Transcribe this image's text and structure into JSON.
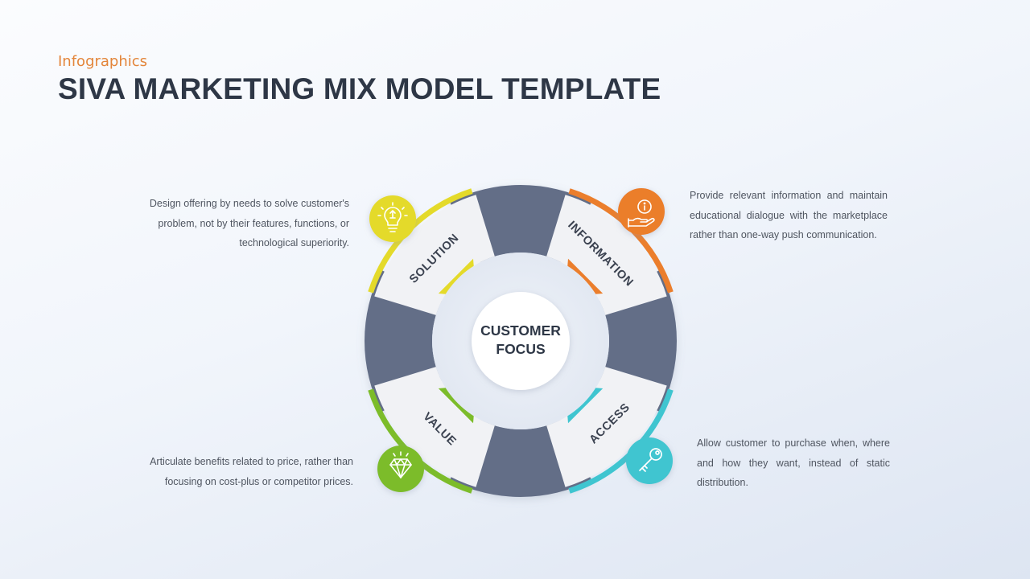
{
  "header": {
    "eyebrow": "Infographics",
    "title": "SIVA MARKETING MIX MODEL TEMPLATE"
  },
  "center": {
    "line1": "CUSTOMER",
    "line2": "FOCUS"
  },
  "segments": [
    {
      "key": "solution",
      "label": "SOLUTION",
      "color": "#e4da2a",
      "icon": "lightbulb-icon",
      "description": "Design offering  by needs to solve customer's problem, not by their features, functions, or technological superiority."
    },
    {
      "key": "information",
      "label": "INFORMATION",
      "color": "#eb7e2c",
      "icon": "info-hand-icon",
      "description": "Provide relevant information and maintain educational dialogue with the marketplace rather than one-way push communication."
    },
    {
      "key": "access",
      "label": "ACCESS",
      "color": "#3fc5d0",
      "icon": "key-icon",
      "description": "Allow customer to purchase when, where and how they want, instead of static distribution."
    },
    {
      "key": "value",
      "label": "VALUE",
      "color": "#7cbc2a",
      "icon": "diamond-icon",
      "description": "Articulate benefits related to price, rather than focusing on cost-plus or competitor prices."
    }
  ],
  "colors": {
    "slate": "#646e87",
    "panel": "#f1f2f5",
    "title": "#2e3746",
    "eyebrow": "#e3853a"
  }
}
